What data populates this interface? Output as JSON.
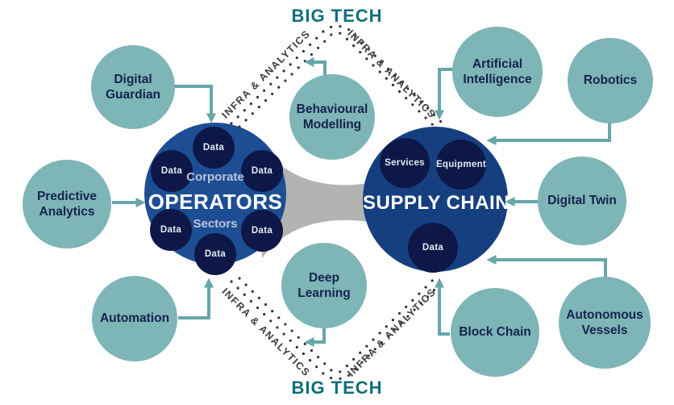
{
  "header": {
    "top_label": "BIG TECH",
    "bottom_label": "BIG TECH"
  },
  "colors": {
    "teal_circle": "#7eb5b6",
    "arrow_teal": "#67a6a9",
    "title_teal": "#0e6f7b",
    "navy_text": "#14234e",
    "operators_blue": "#1d4e94",
    "supply_chain_blue": "#163f80",
    "data_node_navy": "#0d1848",
    "connector_gray": "#b2b4b2",
    "dots_gray": "#333333"
  },
  "operators": {
    "label": "OPERATORS",
    "upper_label": "Corporate",
    "lower_label": "Sectors",
    "data_nodes": [
      "Data",
      "Data",
      "Data",
      "Data",
      "Data",
      "Data"
    ]
  },
  "supply_chain": {
    "label": "SUPPLY CHAIN",
    "nodes": [
      "Services",
      "Equipment",
      "Data"
    ]
  },
  "infra": {
    "label": "INFRA & ANALYTICS"
  },
  "tech_circles": [
    {
      "id": "digital-guardian",
      "label": "Digital Guardian"
    },
    {
      "id": "predictive-analytics",
      "label": "Predictive Analytics"
    },
    {
      "id": "automation",
      "label": "Automation"
    },
    {
      "id": "behavioural-modelling",
      "label": "Behavioural Modelling"
    },
    {
      "id": "deep-learning",
      "label": "Deep Learning"
    },
    {
      "id": "artificial-intelligence",
      "label": "Artificial Intelligence"
    },
    {
      "id": "robotics",
      "label": "Robotics"
    },
    {
      "id": "digital-twin",
      "label": "Digital Twin"
    },
    {
      "id": "block-chain",
      "label": "Block Chain"
    },
    {
      "id": "autonomous-vessels",
      "label": "Autonomous Vessels"
    }
  ],
  "connections": [
    {
      "from": "Digital Guardian",
      "to": "Operators"
    },
    {
      "from": "Predictive Analytics",
      "to": "Operators"
    },
    {
      "from": "Automation",
      "to": "Operators"
    },
    {
      "from": "Behavioural Modelling",
      "to": "Infra & Analytics"
    },
    {
      "from": "Deep Learning",
      "to": "Infra & Analytics"
    },
    {
      "from": "Artificial Intelligence",
      "to": "Supply Chain"
    },
    {
      "from": "Robotics",
      "to": "Supply Chain"
    },
    {
      "from": "Digital Twin",
      "to": "Supply Chain"
    },
    {
      "from": "Autonomous Vessels",
      "to": "Supply Chain"
    },
    {
      "from": "Block Chain",
      "to": "Supply Chain"
    }
  ]
}
